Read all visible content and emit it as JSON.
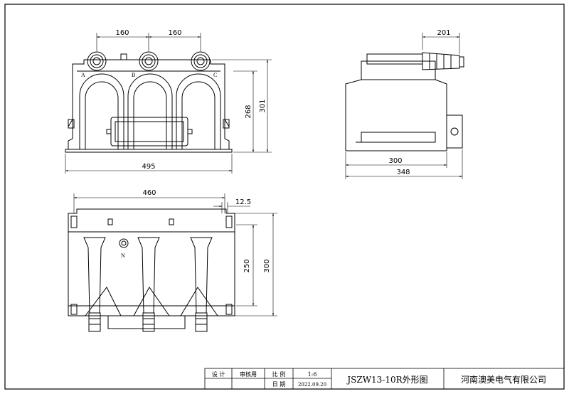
{
  "front_view": {
    "dim_spacing_1": "160",
    "dim_spacing_2": "160",
    "dim_width": "495",
    "dim_height_inner": "268",
    "dim_height_outer": "301",
    "phase_a": "A",
    "phase_b": "B",
    "phase_c": "C"
  },
  "side_view": {
    "dim_top": "201",
    "dim_base": "300",
    "dim_total": "348"
  },
  "bottom_view": {
    "dim_width": "460",
    "dim_slot": "12.5",
    "dim_inner": "250",
    "dim_outer": "300",
    "neutral_label": "N"
  },
  "title_block": {
    "design_label": "设 计",
    "design_value": "审核用",
    "scale_label": "比 例",
    "scale_value": "1:6",
    "date_label": "日 期",
    "date_value": "2022.09.20",
    "drawing_title": "JSZW13-10R外形图",
    "company": "河南澳美电气有限公司"
  }
}
